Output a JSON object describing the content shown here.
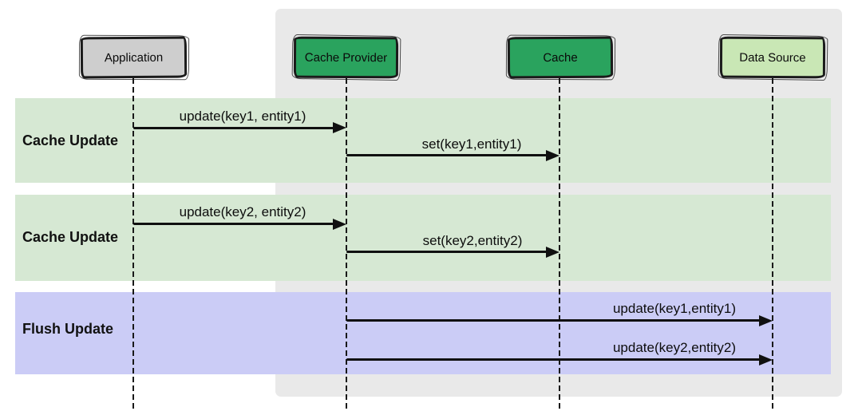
{
  "diagram_type": "uml-sequence-diagram",
  "actors": [
    {
      "id": "application",
      "label": "Application",
      "fill": "#cecece"
    },
    {
      "id": "cache-provider",
      "label": "Cache Provider",
      "fill": "#2aa35e"
    },
    {
      "id": "cache",
      "label": "Cache",
      "fill": "#2aa35e"
    },
    {
      "id": "data-source",
      "label": "Data Source",
      "fill": "#c9e7b5"
    }
  ],
  "bands": [
    {
      "label": "Cache Update",
      "color": "#d6e8d3"
    },
    {
      "label": "Cache Update",
      "color": "#d6e8d3"
    },
    {
      "label": "Flush Update",
      "color": "#cbccf6"
    }
  ],
  "messages": [
    {
      "label": "update(key1, entity1)",
      "from": "Application",
      "to": "Cache Provider",
      "band": "Cache Update"
    },
    {
      "label": "set(key1,entity1)",
      "from": "Cache Provider",
      "to": "Cache",
      "band": "Cache Update"
    },
    {
      "label": "update(key2, entity2)",
      "from": "Application",
      "to": "Cache Provider",
      "band": "Cache Update"
    },
    {
      "label": "set(key2,entity2)",
      "from": "Cache Provider",
      "to": "Cache",
      "band": "Cache Update"
    },
    {
      "label": "update(key1,entity1)",
      "from": "Cache Provider",
      "to": "Data Source",
      "band": "Flush Update"
    },
    {
      "label": "update(key2,entity2)",
      "from": "Cache Provider",
      "to": "Data Source",
      "band": "Flush Update"
    }
  ],
  "colors": {
    "page_background": "#ffffff",
    "panel_background": "#e9e9e9",
    "cache_update_band": "#d6e8d3",
    "flush_update_band": "#cbccf6",
    "actor_green": "#2aa35e",
    "actor_gray": "#cecece",
    "actor_light_green": "#c9e7b5",
    "line_color": "#101010"
  }
}
